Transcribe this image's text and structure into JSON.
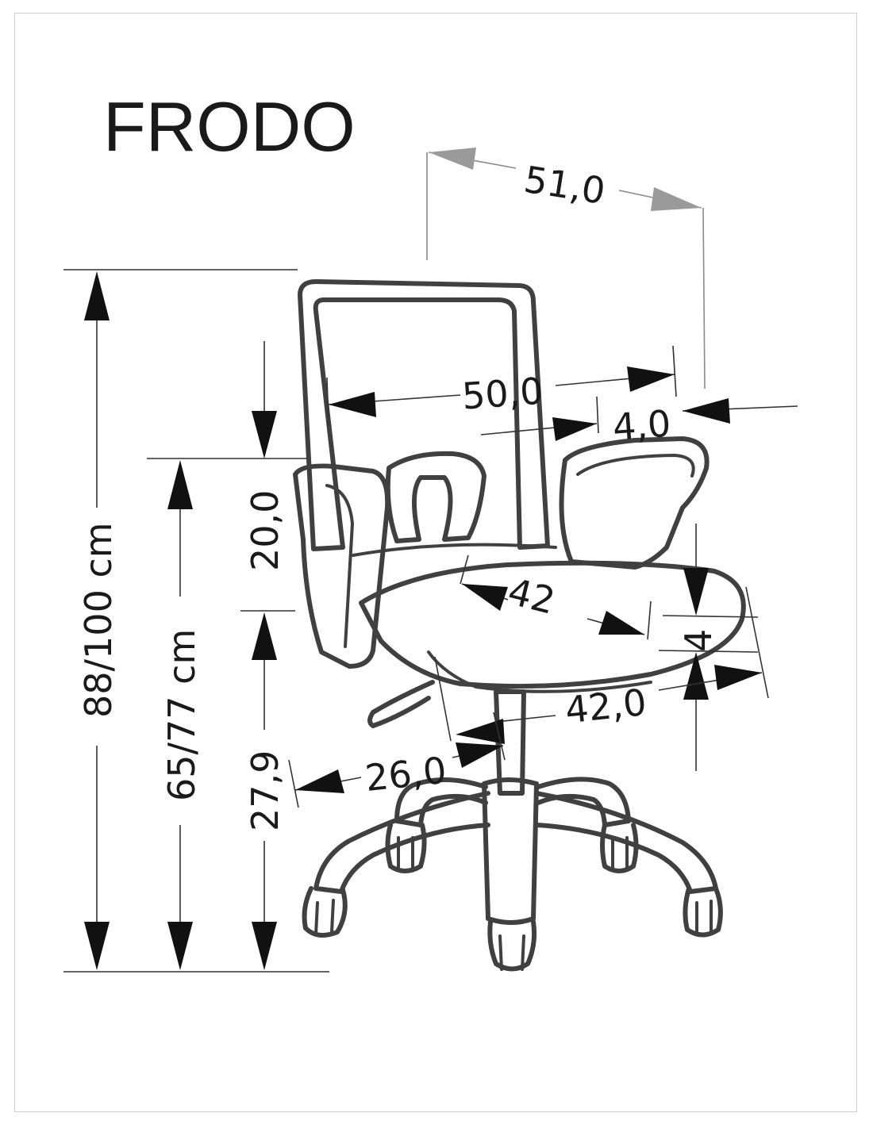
{
  "product": {
    "name": "FRODO"
  },
  "dimensions": {
    "total_width": "51,0",
    "backrest_width": "50,0",
    "armrest_overhang": "4,0",
    "total_height": "88/100 cm",
    "seat_height": "65/77 cm",
    "armrest_height": "20,0",
    "base_height": "27,9",
    "seat_depth": "42",
    "seat_thickness": "4",
    "seat_width": "42,0",
    "base_radius": "26,0"
  },
  "colors": {
    "outline": "#404040",
    "arrow": "#111111",
    "grey_arrow": "#9a9a9a"
  }
}
